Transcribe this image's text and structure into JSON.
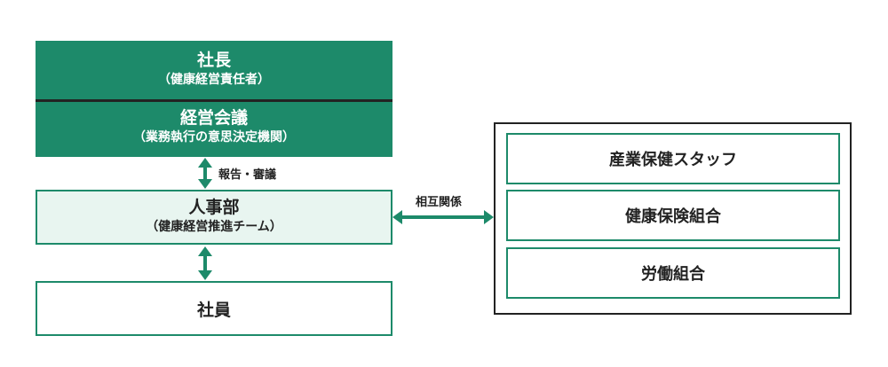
{
  "colors": {
    "primary_green": "#1d8a6a",
    "light_green": "#e8f5f0",
    "frame_border": "#222222"
  },
  "president": {
    "title": "社長",
    "subtitle": "（健康経営責任者）"
  },
  "management_meeting": {
    "title": "経営会議",
    "subtitle": "（業務執行の意思決定機関）"
  },
  "hr_department": {
    "title": "人事部",
    "subtitle": "（健康経営推進チーム）"
  },
  "employees": {
    "title": "社員"
  },
  "arrows": {
    "report_label": "報告・審議",
    "mutual_label": "相互関係"
  },
  "partners": {
    "items": [
      "産業保健スタッフ",
      "健康保険組合",
      "労働組合"
    ]
  }
}
